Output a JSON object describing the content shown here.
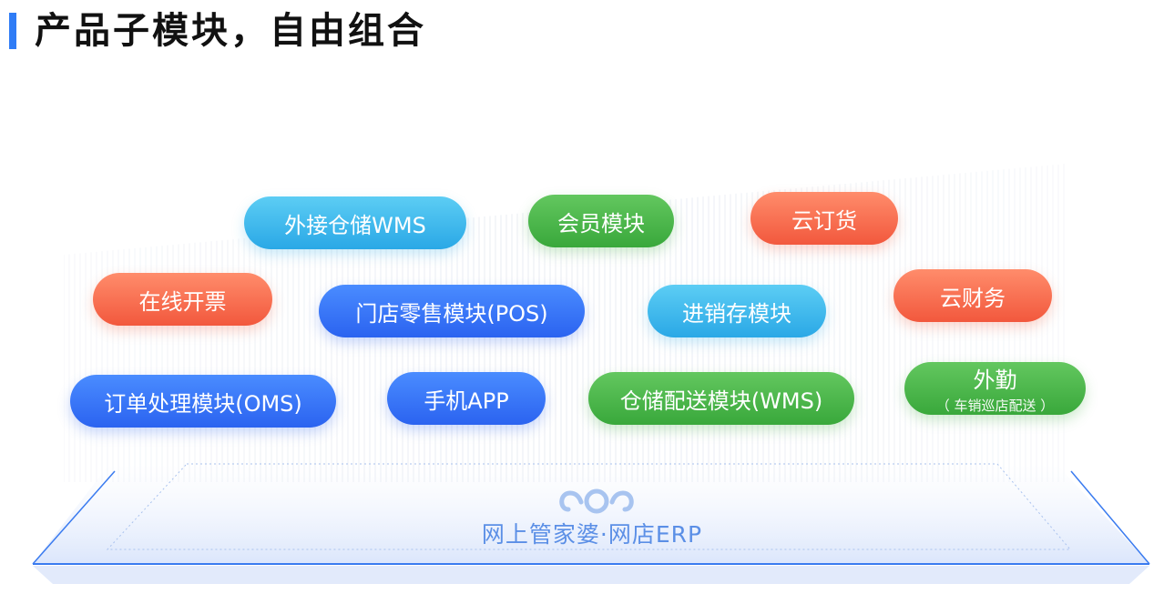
{
  "title": "产品子模块，自由组合",
  "modules": {
    "wms_external": "外接仓储WMS",
    "member": "会员模块",
    "cloud_order": "云订货",
    "invoice": "在线开票",
    "pos": "门店零售模块(POS)",
    "jxc": "进销存模块",
    "cloud_finance": "云财务",
    "oms": "订单处理模块(OMS)",
    "mobile_app": "手机APP",
    "wms_delivery": "仓储配送模块(WMS)",
    "field": "外勤",
    "field_sub": "（ 车销巡店配送 ）"
  },
  "brand": "网上管家婆·网店ERP",
  "colors": {
    "cyan": "#2aa8e6",
    "green": "#39a83b",
    "orange": "#f2583d",
    "blue": "#2b63f0",
    "accent": "#2f7cf6"
  },
  "icons": [
    "cloud-logo-icon"
  ]
}
